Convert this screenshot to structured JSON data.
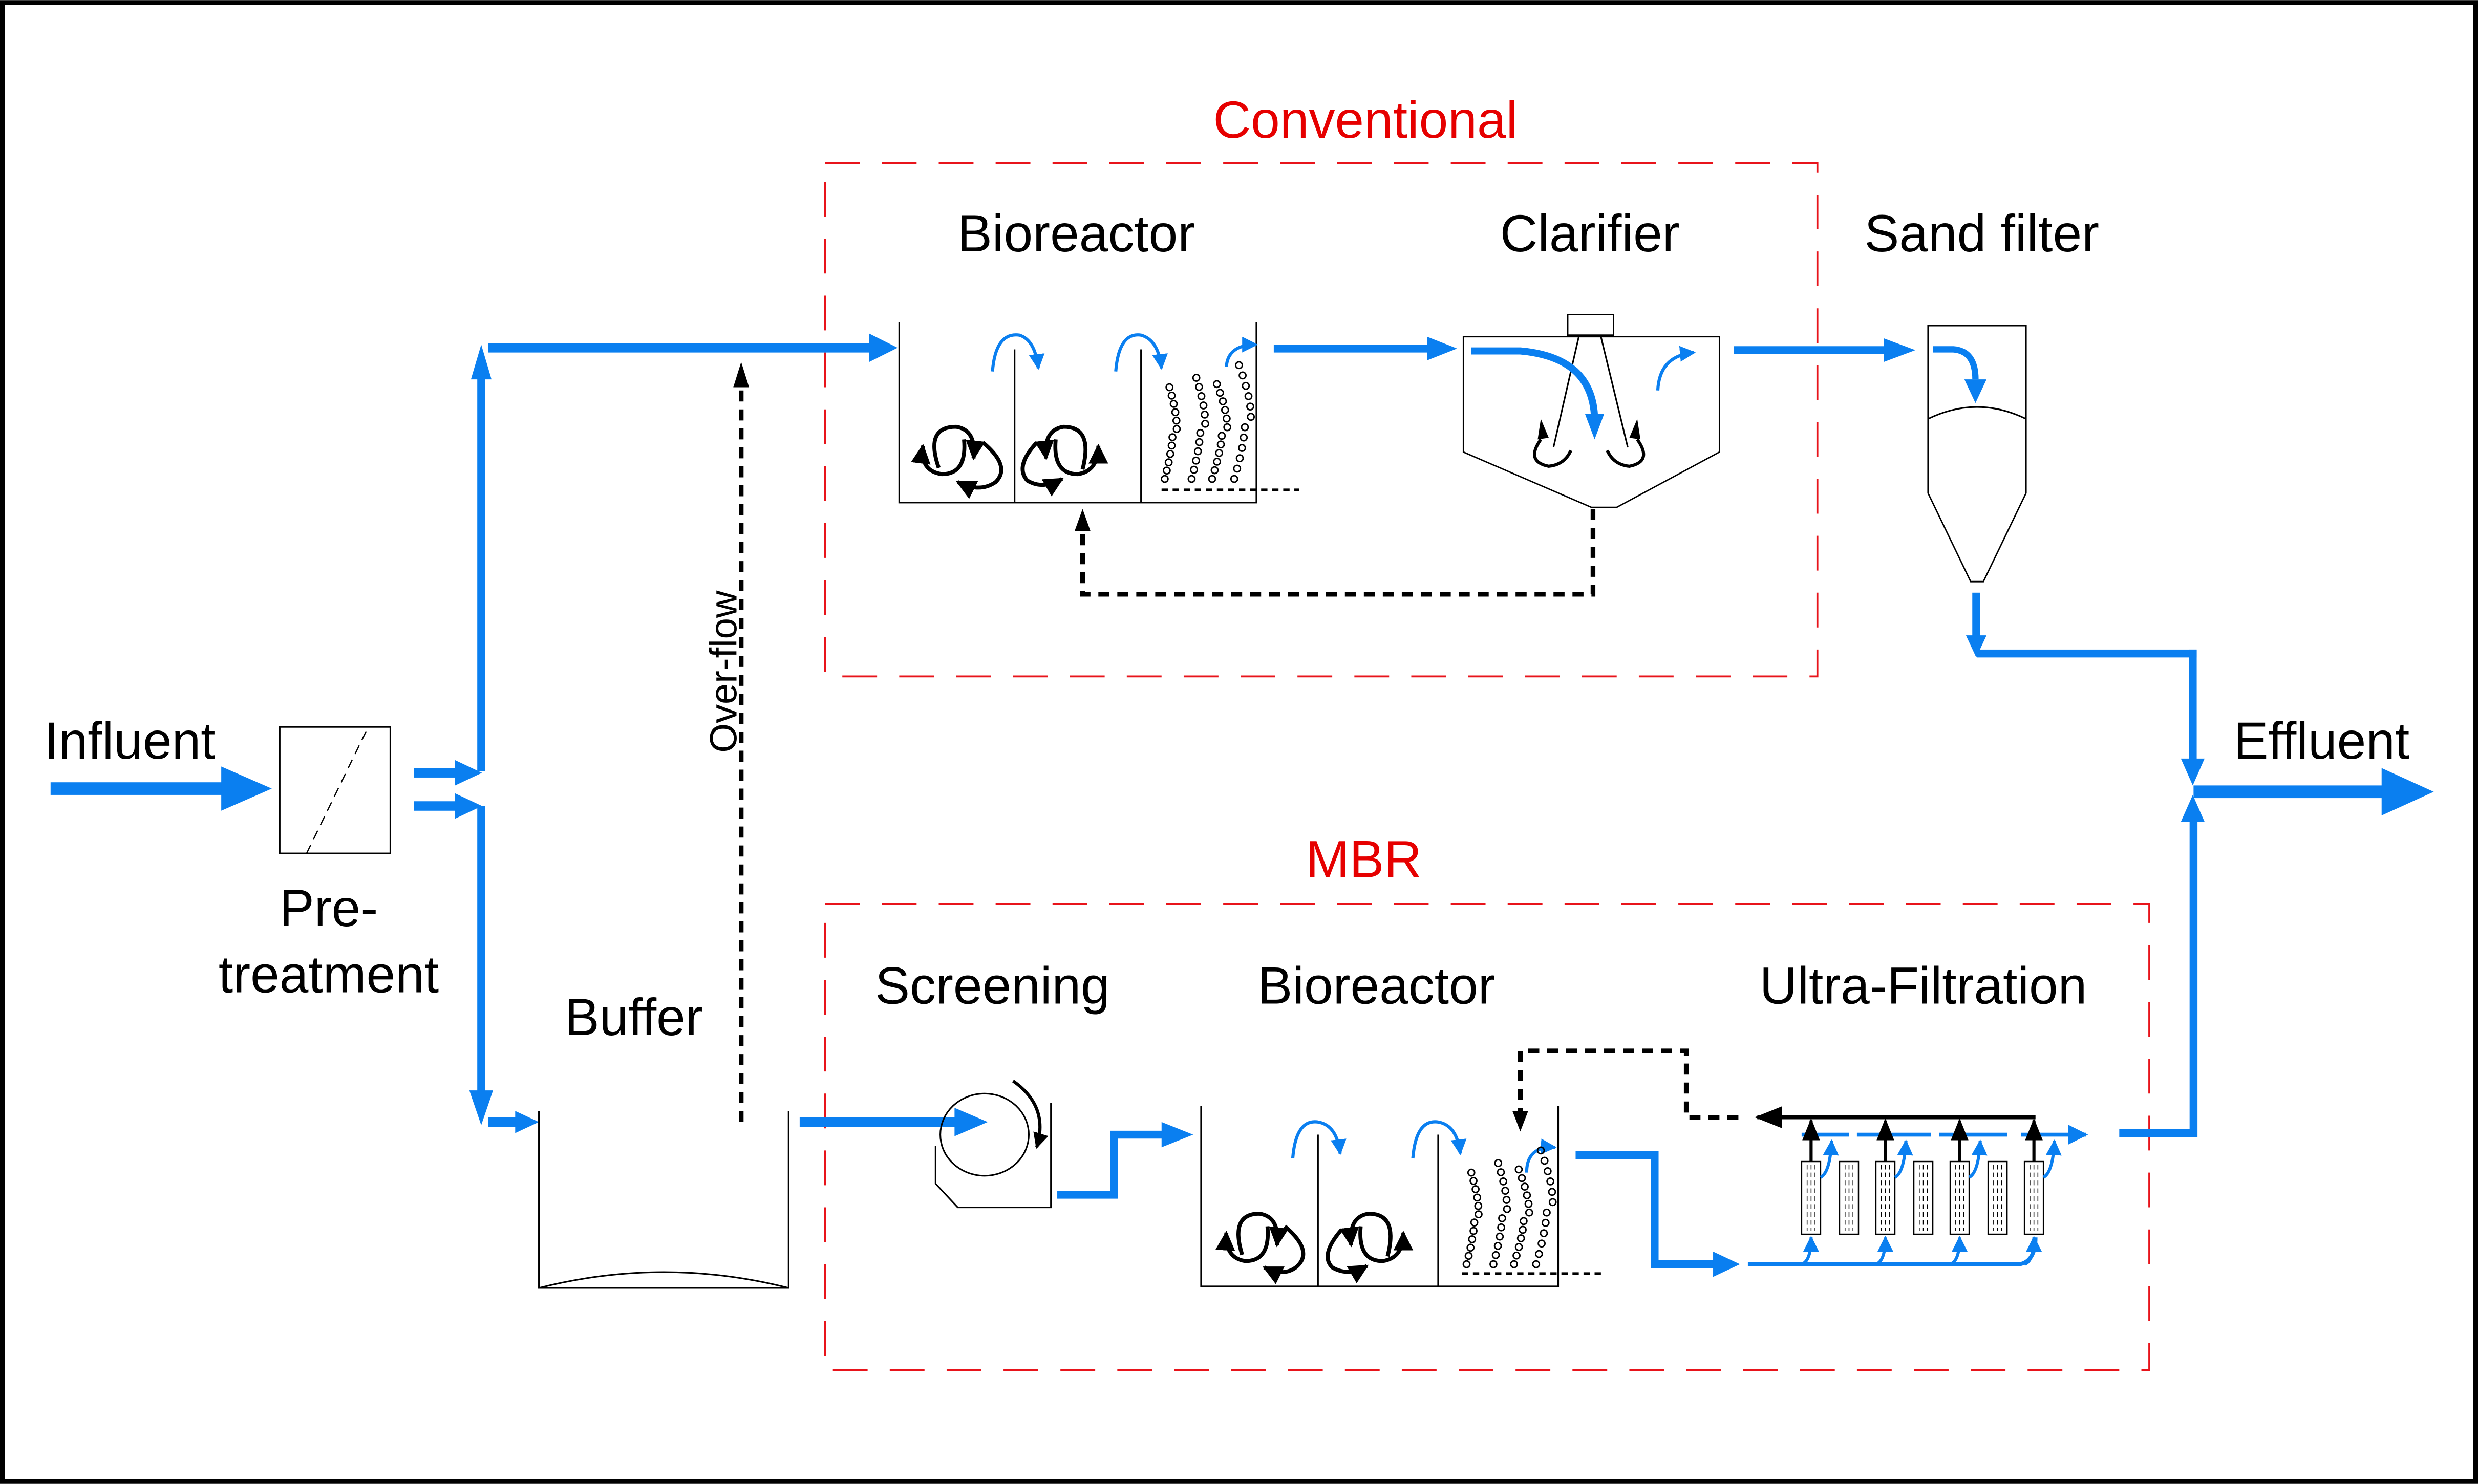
{
  "colors": {
    "flow": "#0a7ff0",
    "section_label": "#e60000",
    "section_border": "#e8141b",
    "stroke": "#000000",
    "background": "#ffffff"
  },
  "sections": {
    "conventional": {
      "title": "Conventional",
      "units": [
        "Bioreactor",
        "Clarifier"
      ]
    },
    "mbr": {
      "title": "MBR",
      "units": [
        "Screening",
        "Bioreactor",
        "Ultra-Filtration"
      ]
    }
  },
  "labels": {
    "influent": "Influent",
    "pretreatment_line1": "Pre-",
    "pretreatment_line2": "treatment",
    "buffer": "Buffer",
    "overflow": "Over-flow",
    "conv_bioreactor": "Bioreactor",
    "clarifier": "Clarifier",
    "sand_filter": "Sand filter",
    "effluent": "Effluent",
    "screening": "Screening",
    "mbr_bioreactor": "Bioreactor",
    "ultrafiltration": "Ultra-Filtration"
  },
  "icons": {
    "mixing": "circular-mixing-arrows-icon",
    "aeration": "air-bubbles-icon",
    "membrane": "membrane-module-icon",
    "drum_screen": "rotating-drum-screen-icon"
  }
}
